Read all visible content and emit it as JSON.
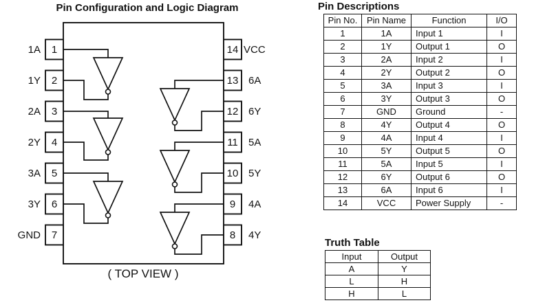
{
  "diagram": {
    "title": "Pin Configuration and Logic Diagram",
    "caption": "( TOP VIEW )",
    "left_pins": [
      {
        "number": "1",
        "label": "1A"
      },
      {
        "number": "2",
        "label": "1Y"
      },
      {
        "number": "3",
        "label": "2A"
      },
      {
        "number": "4",
        "label": "2Y"
      },
      {
        "number": "5",
        "label": "3A"
      },
      {
        "number": "6",
        "label": "3Y"
      },
      {
        "number": "7",
        "label": "GND"
      }
    ],
    "right_pins": [
      {
        "number": "14",
        "label": "VCC"
      },
      {
        "number": "13",
        "label": "6A"
      },
      {
        "number": "12",
        "label": "6Y"
      },
      {
        "number": "11",
        "label": "5A"
      },
      {
        "number": "10",
        "label": "5Y"
      },
      {
        "number": "9",
        "label": "4A"
      },
      {
        "number": "8",
        "label": "4Y"
      }
    ]
  },
  "pin_descriptions": {
    "heading": "Pin Descriptions",
    "columns": [
      "Pin No.",
      "Pin Name",
      "Function",
      "I/O"
    ],
    "rows": [
      [
        "1",
        "1A",
        "Input 1",
        "I"
      ],
      [
        "2",
        "1Y",
        "Output 1",
        "O"
      ],
      [
        "3",
        "2A",
        "Input 2",
        "I"
      ],
      [
        "4",
        "2Y",
        "Output 2",
        "O"
      ],
      [
        "5",
        "3A",
        "Input 3",
        "I"
      ],
      [
        "6",
        "3Y",
        "Output 3",
        "O"
      ],
      [
        "7",
        "GND",
        "Ground",
        "-"
      ],
      [
        "8",
        "4Y",
        "Output 4",
        "O"
      ],
      [
        "9",
        "4A",
        "Input 4",
        "I"
      ],
      [
        "10",
        "5Y",
        "Output 5",
        "O"
      ],
      [
        "11",
        "5A",
        "Input 5",
        "I"
      ],
      [
        "12",
        "6Y",
        "Output 6",
        "O"
      ],
      [
        "13",
        "6A",
        "Input 6",
        "I"
      ],
      [
        "14",
        "VCC",
        "Power Supply",
        "-"
      ]
    ]
  },
  "truth_table": {
    "heading": "Truth Table",
    "columns": [
      "Input",
      "Output"
    ],
    "rows": [
      [
        "A",
        "Y"
      ],
      [
        "L",
        "H"
      ],
      [
        "H",
        "L"
      ]
    ]
  },
  "colors": {
    "ink": "#111111",
    "background": "#ffffff"
  }
}
